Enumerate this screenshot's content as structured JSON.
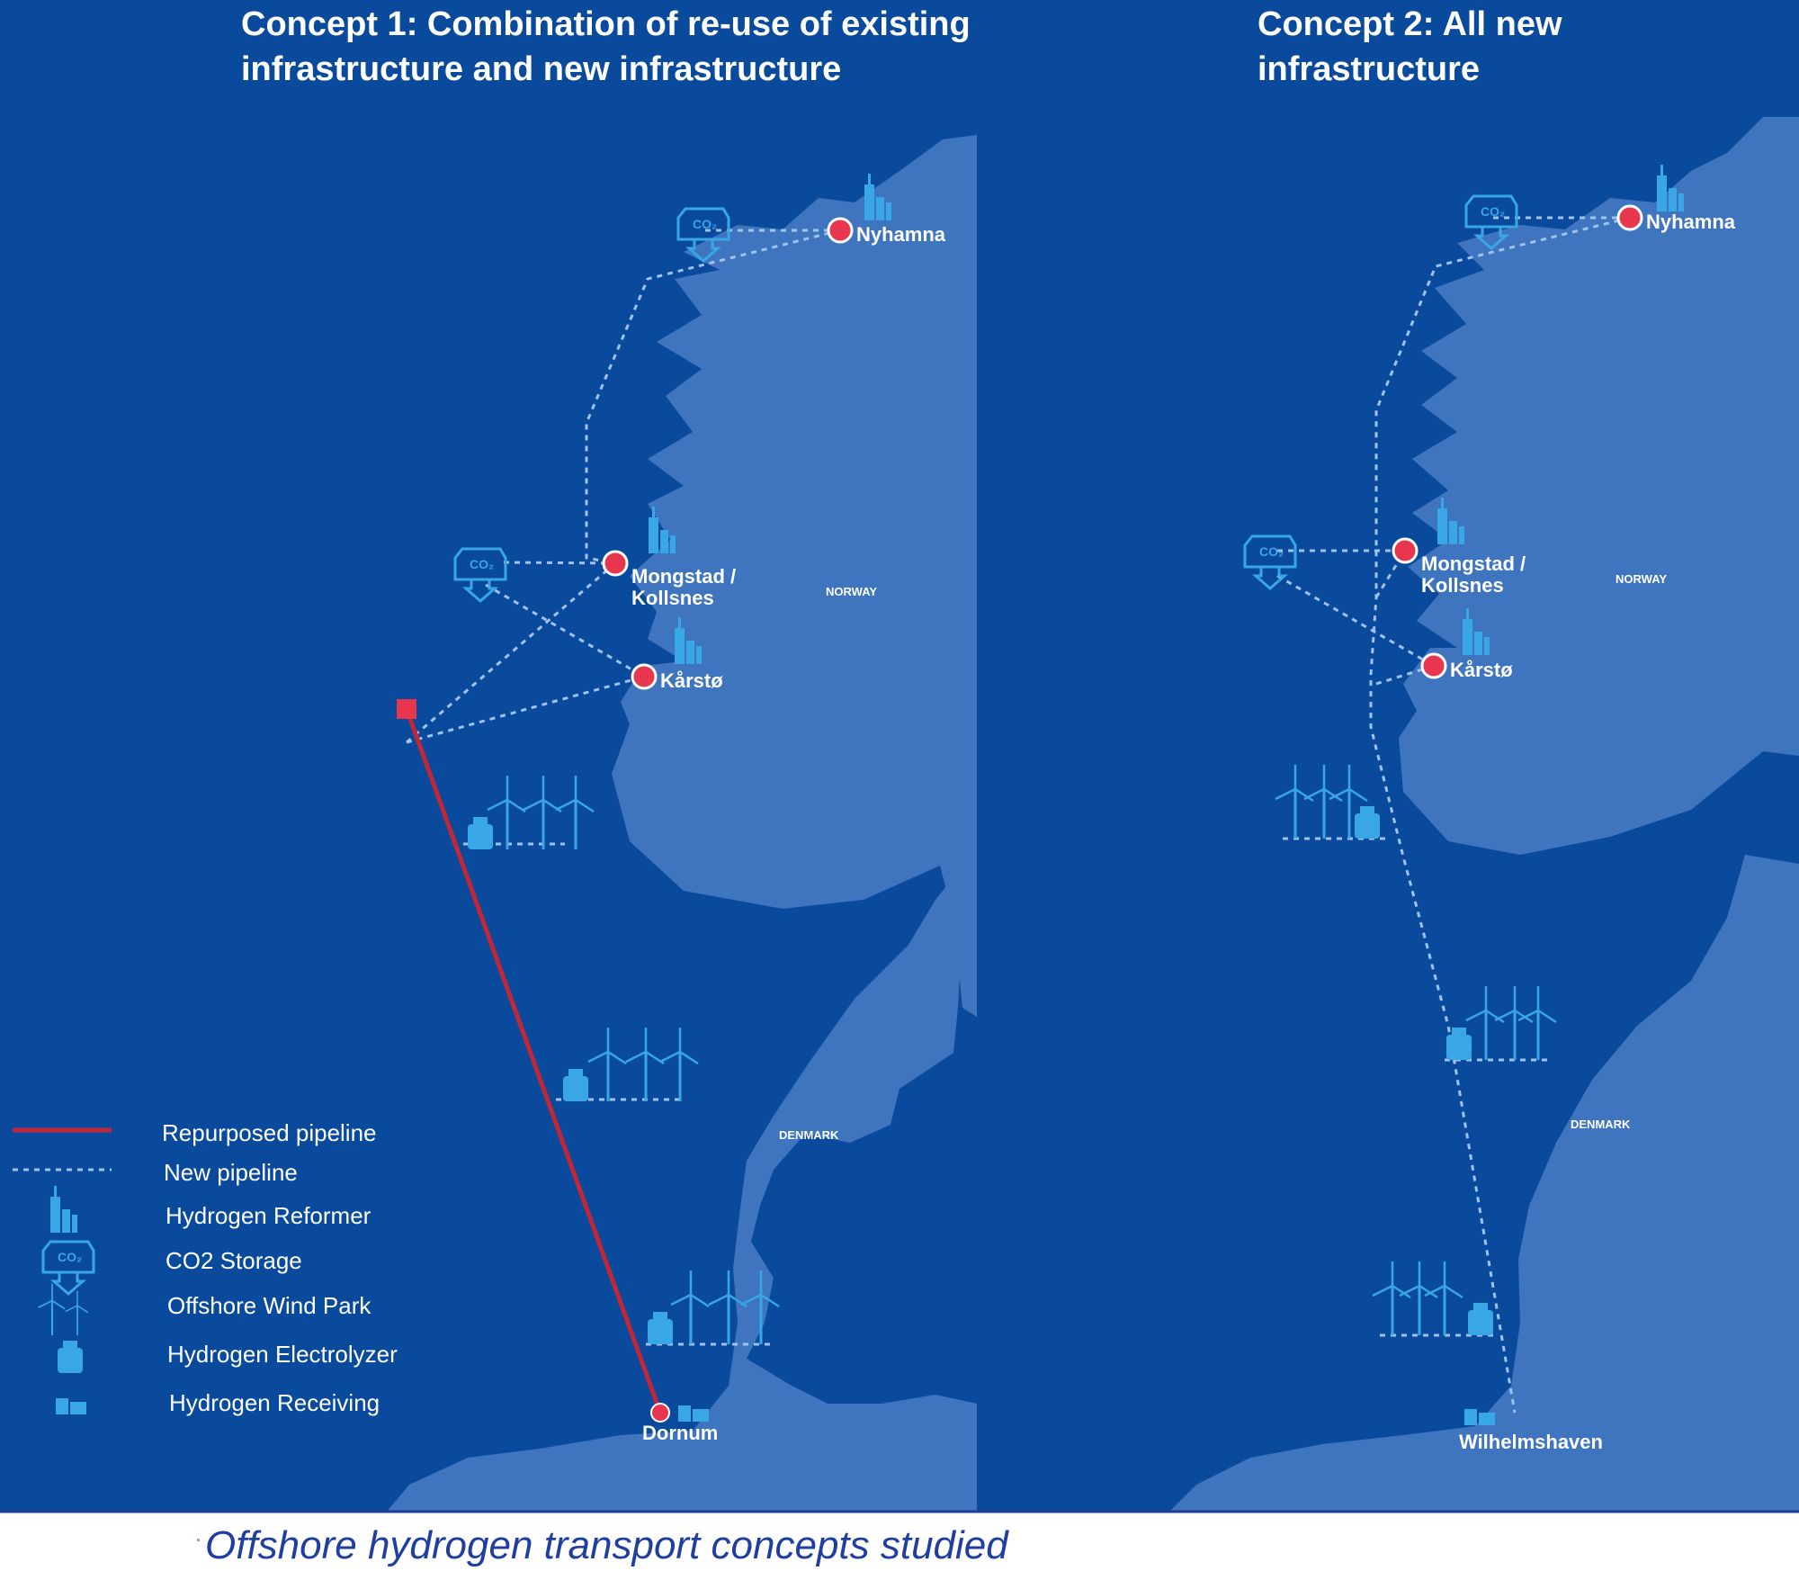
{
  "concept1": {
    "title_line1": "Concept 1: Combination of re-use of existing",
    "title_line2": "infrastructure and new infrastructure",
    "places": {
      "nyhamna": "Nyhamna",
      "mongstad_1": "Mongstad /",
      "mongstad_2": "Kollsnes",
      "karsto": "Kårstø",
      "dornum": "Dornum"
    },
    "country_norway": "NORWAY",
    "country_denmark": "DENMARK"
  },
  "concept2": {
    "title_line1": "Concept 2: All new",
    "title_line2": "infrastructure",
    "places": {
      "nyhamna": "Nyhamna",
      "mongstad_1": "Mongstad /",
      "mongstad_2": "Kollsnes",
      "karsto": "Kårstø",
      "wilhelmshaven": "Wilhelmshaven"
    },
    "country_norway": "NORWAY",
    "country_denmark": "DENMARK"
  },
  "legend": {
    "repurposed": "Repurposed pipeline",
    "new": "New pipeline",
    "reformer": "Hydrogen Reformer",
    "co2": "CO2 Storage",
    "wind": "Offshore Wind Park",
    "electrolyzer": "Hydrogen Electrolyzer",
    "receiving": "Hydrogen Receiving"
  },
  "co2_icon_text": "CO₂",
  "caption": "Offshore hydrogen transport concepts studied",
  "colors": {
    "sea": "#0a4a9c",
    "land": "#3f75bf",
    "repurposed_pipeline": "#c0283a",
    "new_pipeline": "#9fc2ee",
    "icon": "#39a6e6",
    "node": "#e8364f",
    "caption": "#1f3ea0"
  }
}
